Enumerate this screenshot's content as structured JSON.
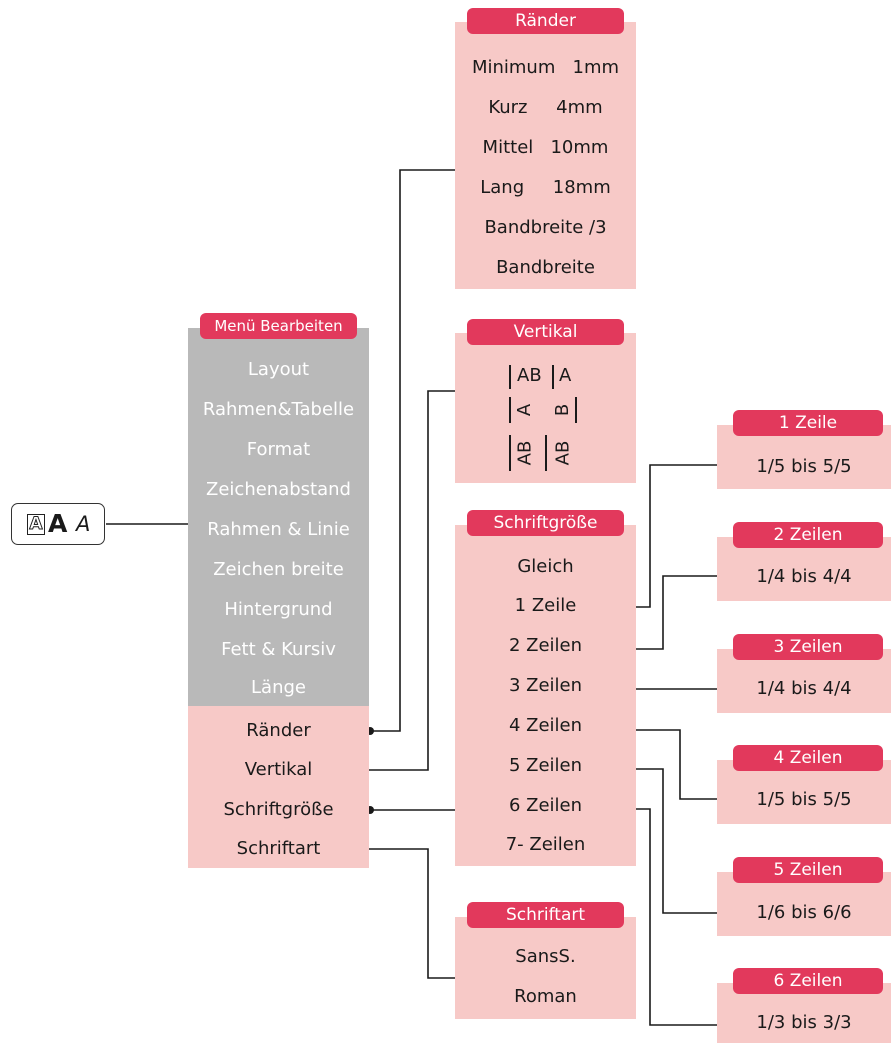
{
  "key": {
    "icon": "font-style-key-icon",
    "glyphs": [
      "A",
      "A",
      "A"
    ]
  },
  "menu": {
    "title": "Menü Bearbeiten",
    "items": [
      "Layout",
      "Rahmen&Tabelle",
      "Format",
      "Zeichenabstand",
      "Rahmen & Linie",
      "Zeichen breite",
      "Hintergrund",
      "Fett & Kursiv",
      "Länge"
    ],
    "sub_items": [
      "Ränder",
      "Vertikal",
      "Schriftgröße",
      "Schriftart"
    ]
  },
  "raender": {
    "title": "Ränder",
    "items": [
      {
        "name": "Minimum",
        "value": "1mm"
      },
      {
        "name": "Kurz",
        "value": "4mm"
      },
      {
        "name": "Mittel",
        "value": "10mm"
      },
      {
        "name": "Lang",
        "value": "18mm"
      },
      {
        "name": "Bandbreite /3",
        "value": ""
      },
      {
        "name": "Bandbreite",
        "value": ""
      }
    ]
  },
  "vertikal": {
    "title": "Vertikal",
    "row1": [
      "AB",
      "A"
    ],
    "row2": [
      "A",
      "B"
    ],
    "row3": [
      "AB",
      "AB"
    ]
  },
  "schriftgroesse": {
    "title": "Schriftgröße",
    "items": [
      "Gleich",
      "1 Zeile",
      "2 Zeilen",
      "3 Zeilen",
      "4 Zeilen",
      "5 Zeilen",
      "6 Zeilen",
      "7- Zeilen"
    ]
  },
  "schriftart": {
    "title": "Schriftart",
    "items": [
      "SansS.",
      "Roman"
    ]
  },
  "zeilen": [
    {
      "title": "1 Zeile",
      "range": "1/5 bis 5/5"
    },
    {
      "title": "2 Zeilen",
      "range": "1/4 bis 4/4"
    },
    {
      "title": "3 Zeilen",
      "range": "1/4 bis 4/4"
    },
    {
      "title": "4 Zeilen",
      "range": "1/5 bis 5/5"
    },
    {
      "title": "5 Zeilen",
      "range": "1/6 bis 6/6"
    },
    {
      "title": "6 Zeilen",
      "range": "1/3 bis 3/3"
    }
  ],
  "colors": {
    "header": "#e2395c",
    "panel_pink": "#f7c9c7",
    "panel_gray": "#b9b9b9",
    "line": "#1a1a1a"
  }
}
